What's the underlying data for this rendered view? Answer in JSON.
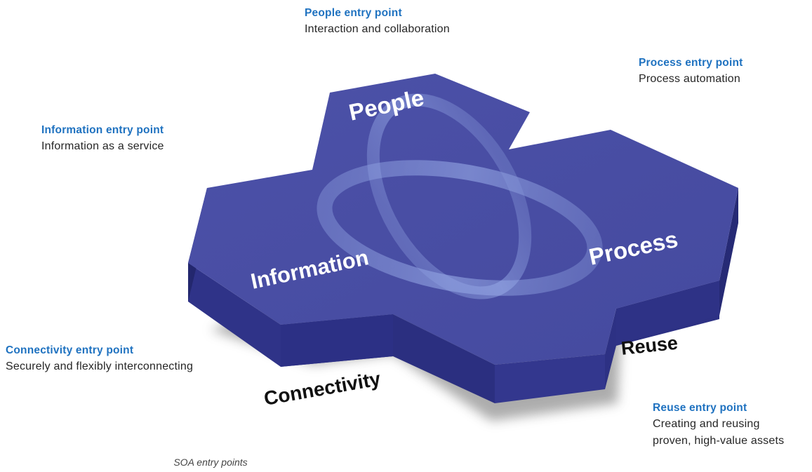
{
  "entry_points": {
    "people": {
      "title": "People entry point",
      "description": "Interaction and collaboration"
    },
    "process": {
      "title": "Process entry point",
      "description": "Process automation"
    },
    "information": {
      "title": "Information entry point",
      "description": "Information as a service"
    },
    "connectivity": {
      "title": "Connectivity entry point",
      "description": "Securely and flexibly interconnecting"
    },
    "reuse": {
      "title": "Reuse entry point",
      "description_line1": "Creating and reusing",
      "description_line2": "proven, high-value assets"
    }
  },
  "diagram": {
    "top_labels": {
      "people": "People",
      "information": "Information",
      "process": "Process"
    },
    "base_labels": {
      "connectivity": "Connectivity",
      "reuse": "Reuse"
    },
    "colors": {
      "hex_top": "#4a4fa5",
      "hex_side": "#2d3183",
      "hex_side_dark": "#22266f",
      "ring": "#7f8ed4",
      "title_blue": "#1f72c0"
    }
  },
  "caption": "SOA entry points"
}
